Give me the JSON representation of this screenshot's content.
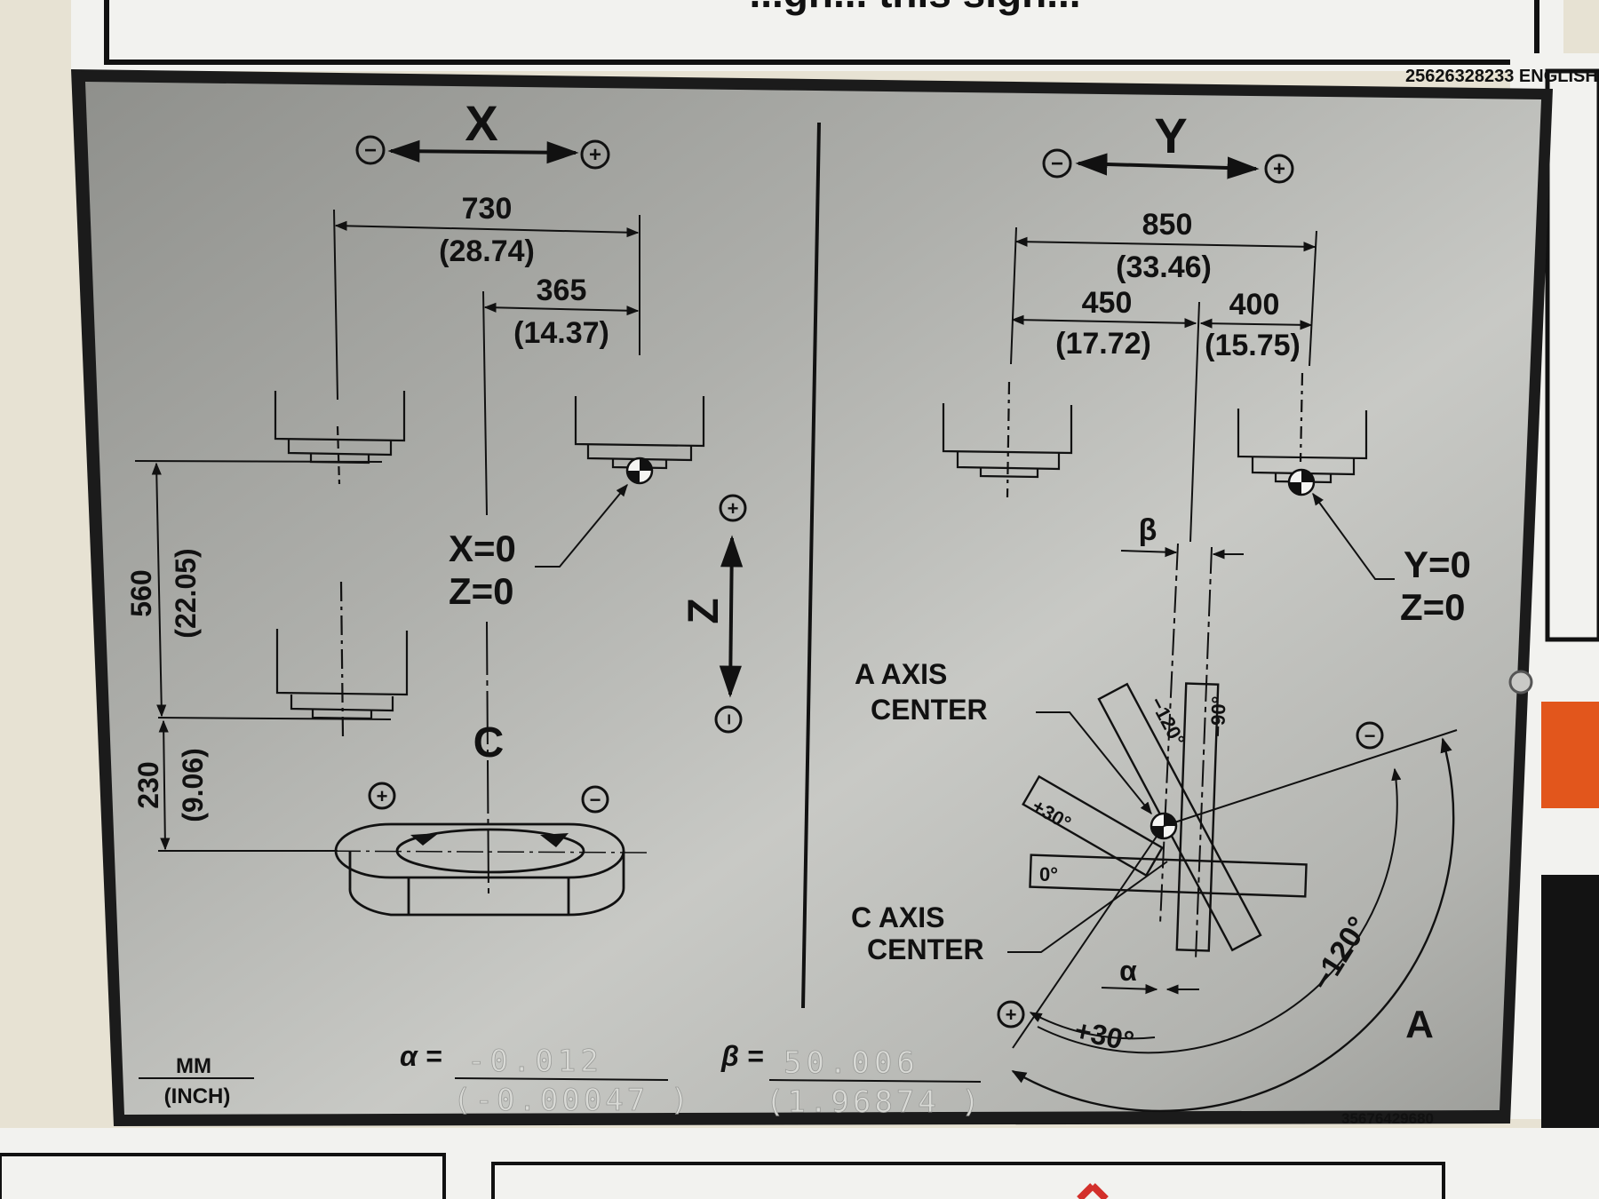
{
  "top_sign": {
    "partial_text": "...gh... this sign..."
  },
  "plate": {
    "part_number": "25626328233 ENGLISH",
    "serial_number": "35676429680",
    "unit_legend": {
      "primary": "MM",
      "secondary": "(INCH)"
    }
  },
  "x_panel": {
    "axis_label": "X",
    "minus": "−",
    "plus": "+",
    "dim_total": {
      "mm": "730",
      "inch": "(28.74)"
    },
    "dim_half": {
      "mm": "365",
      "inch": "(14.37)"
    },
    "dim_vertical_upper": {
      "mm": "560",
      "inch": "(22.05)"
    },
    "dim_vertical_lower": {
      "mm": "230",
      "inch": "(9.06)"
    },
    "origin_label_1": "X=0",
    "origin_label_2": "Z=0",
    "c_label": "C",
    "c_plus": "+",
    "c_minus": "−"
  },
  "z_axis": {
    "label": "Z",
    "plus": "+",
    "minus": "−"
  },
  "y_panel": {
    "axis_label": "Y",
    "minus": "−",
    "plus": "+",
    "dim_total": {
      "mm": "850",
      "inch": "(33.46)"
    },
    "dim_left": {
      "mm": "450",
      "inch": "(17.72)"
    },
    "dim_right": {
      "mm": "400",
      "inch": "(15.75)"
    },
    "origin_label_1": "Y=0",
    "origin_label_2": "Z=0",
    "beta_symbol": "β",
    "alpha_symbol": "α",
    "a_axis_center": [
      "A AXIS",
      "CENTER"
    ],
    "c_axis_center": [
      "C AXIS",
      "CENTER"
    ],
    "angle_labels": {
      "neg120_small": "−120°",
      "neg90": "−90°",
      "pos30_small": "+30°",
      "zero": "0°",
      "neg120_arc": "−120°",
      "pos30_arc": "+30°"
    },
    "a_label": "A",
    "arc_minus": "−",
    "arc_plus": "+"
  },
  "offsets": {
    "alpha_label": "α =",
    "alpha_mm": "-0.012",
    "alpha_inch": "(-0.00047 )",
    "beta_label": "β =",
    "beta_mm": "50.006",
    "beta_inch": "(1.96874  )"
  }
}
